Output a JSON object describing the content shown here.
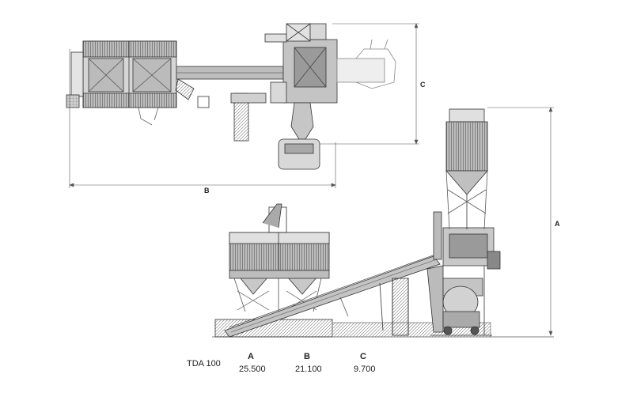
{
  "drawing": {
    "dimension_labels": {
      "a": "A",
      "b": "B",
      "c": "C"
    }
  },
  "spec_table": {
    "model": "TDA 100",
    "columns": [
      "A",
      "B",
      "C"
    ],
    "values": [
      "25.500",
      "21.100",
      "9.700"
    ]
  },
  "colors": {
    "line": "#333333",
    "fill_light": "#c8c8c8",
    "fill_mid": "#9a9a9a",
    "fill_dark": "#555555"
  }
}
